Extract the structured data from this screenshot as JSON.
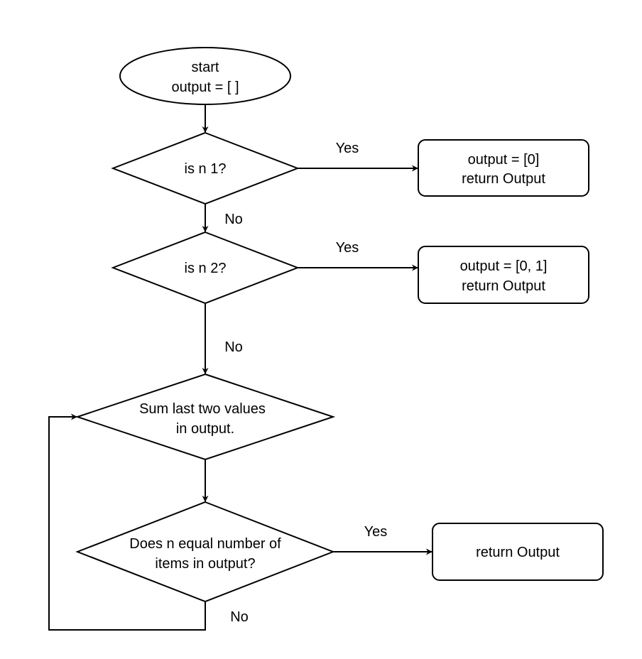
{
  "flowchart": {
    "start": {
      "line1": "start",
      "line2": "output = [ ]"
    },
    "decision_n1": {
      "label": "is n 1?",
      "yes_label": "Yes",
      "no_label": "No"
    },
    "result_n1": {
      "line1": "output = [0]",
      "line2": "return Output"
    },
    "decision_n2": {
      "label": "is n 2?",
      "yes_label": "Yes",
      "no_label": "No"
    },
    "result_n2": {
      "line1": "output = [0, 1]",
      "line2": "return Output"
    },
    "sum_step": {
      "line1": "Sum last two values",
      "line2": "in output."
    },
    "decision_count": {
      "line1": "Does n equal number of",
      "line2": "items in output?",
      "yes_label": "Yes",
      "no_label": "No"
    },
    "result_final": {
      "label": "return Output"
    }
  }
}
